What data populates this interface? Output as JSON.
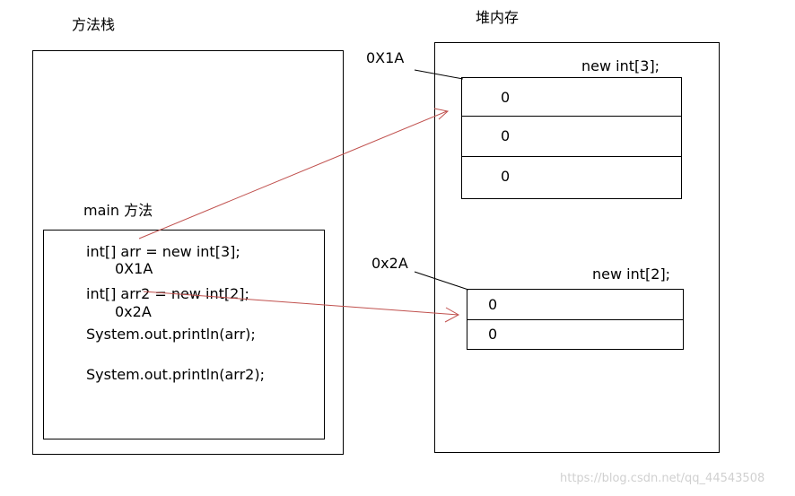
{
  "method_stack": {
    "title": "方法栈"
  },
  "main_frame": {
    "title": "main 方法",
    "lines": [
      "int[] arr = new int[3];",
      "0X1A",
      "int[] arr2 = new int[2];",
      "0x2A",
      "System.out.println(arr);",
      "System.out.println(arr2);"
    ]
  },
  "heap": {
    "title": "堆内存",
    "array1": {
      "address": "0X1A",
      "label": "new int[3];",
      "cells": [
        "0",
        "0",
        "0"
      ]
    },
    "array2": {
      "address": "0x2A",
      "label": "new int[2];",
      "cells": [
        "0",
        "0"
      ]
    }
  },
  "colors": {
    "arrow": "#c0504d",
    "line": "#000000"
  },
  "watermark": "https://blog.csdn.net/qq_44543508"
}
